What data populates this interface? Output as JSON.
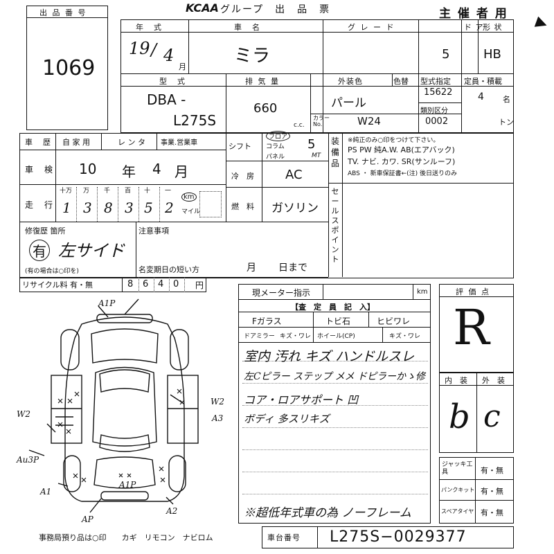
{
  "header": {
    "logo": "KCAA",
    "title": "グループ　出　品　票",
    "organizer": "主 催 者 用"
  },
  "lot": {
    "label": "出 品 番 号",
    "number": "1069"
  },
  "row1": {
    "nenshiki_label": "年　式",
    "year": "19",
    "month": "4",
    "month_unit": "月",
    "shamei_label": "車　名",
    "car_name": "ミラ",
    "grade_label": "グ レ ー ド",
    "grade": "",
    "doors_label": "ド ア",
    "doors": "5",
    "shape_label": "形 状",
    "shape": "HB"
  },
  "row2": {
    "katashiki_label": "型　式",
    "model_prefix": "DBA  -",
    "model": "L275S",
    "cc_label": "排 気 量",
    "cc": "660",
    "cc_unit": "c.c.",
    "color_label": "外装色",
    "color": "パール",
    "irokae_label": "色替",
    "color_no_label": "カラー No.",
    "color_no": "W24",
    "type_spec_label": "型式指定",
    "type_spec": "15622",
    "category_label": "類別区分",
    "category": "0002",
    "capacity_label": "定員・積載",
    "capacity": "4",
    "capacity_unit": "名",
    "load_unit": "トン"
  },
  "history": {
    "label": "車　歴",
    "options": [
      "自 家 用",
      "レ ン タ",
      "事業.営業車"
    ]
  },
  "shaken": {
    "label": "車　検",
    "year": "10",
    "year_unit": "年",
    "month": "4",
    "month_unit": "月"
  },
  "mileage": {
    "label": "走　行",
    "units": [
      "十万",
      "万",
      "千",
      "百",
      "十",
      "一"
    ],
    "digits": [
      "1",
      "3",
      "8",
      "3",
      "5",
      "2"
    ],
    "unit_km": "km",
    "unit_mile": "マイル"
  },
  "shift": {
    "label": "シフト",
    "options": [
      "フロア",
      "コラム",
      "パネル"
    ],
    "gears": "5",
    "type": "MT"
  },
  "aircon": {
    "label": "冷　房",
    "value": "AC"
  },
  "fuel": {
    "label": "燃　料",
    "value": "ガソリン"
  },
  "equipment": {
    "label": "装　備　品",
    "note": "※純正のみ○印をつけて下さい。",
    "line1": "PS  PW  純A.W.  AB(エアバック)",
    "line2": "TV. ナビ. カワ. SR(サンルーフ)",
    "line3": "ABS ・ 新車保証書←(注) 後日送りのみ"
  },
  "sales_point": {
    "label": "セールスポイント"
  },
  "repair": {
    "label": "修復歴 箇所",
    "value": "有",
    "detail": "左サイド",
    "note": "(有の場合は○印を)"
  },
  "caution": {
    "label": "注意事項",
    "expiry_label": "名変期日の短い方",
    "month_unit": "月",
    "day_unit": "日まで"
  },
  "recycle": {
    "label": "リサイクル料 有・無",
    "digits": [
      "8",
      "6",
      "4",
      "0"
    ],
    "unit": "円"
  },
  "inspector": {
    "meter_label": "現メーター指示",
    "meter_unit": "km",
    "section_label": "【査　定　員　記　入】",
    "glass_label": "Fガラス",
    "glass_options": [
      "トビ石",
      "ヒビワレ"
    ],
    "mirror_label": "ドアミラー",
    "mirror_options": "キズ・ワレ",
    "wheel_label": "ホイール(CP)",
    "wheel_options": "キズ・ワレ",
    "notes": [
      "室内 汚れ キズ ハンドルスレ",
      "左Cピラー ステップ メメ ドピラーかゝ修",
      "コア・ロアサポート 凹",
      "ボディ 多スリキズ"
    ],
    "bottom_note": "※超低年式車の為 ノーフレーム"
  },
  "score": {
    "label": "評 価 点",
    "value": "R"
  },
  "interior_exterior": {
    "interior_label": "内　装",
    "exterior_label": "外　装",
    "interior": "b",
    "exterior": "c"
  },
  "tools": [
    {
      "label": "ジャッキ工具",
      "value": "有・無"
    },
    {
      "label": "パンクキット",
      "value": "有・無"
    },
    {
      "label": "スペアタイヤ",
      "value": "有・無"
    }
  ],
  "chassis": {
    "label": "車台番号",
    "value": "L275S−0029377"
  },
  "diagram": {
    "marks": {
      "top": "A1P",
      "left_top": "W2",
      "right_top": "W2",
      "right_mid": "A3",
      "left_mid": "Au3P",
      "left_low": "A1",
      "bottom_inner": "A1P",
      "bottom": "AP",
      "right_low": "A2"
    }
  },
  "office_note": "事務局預り品は○印　　カギ　リモコン　ナビロム"
}
